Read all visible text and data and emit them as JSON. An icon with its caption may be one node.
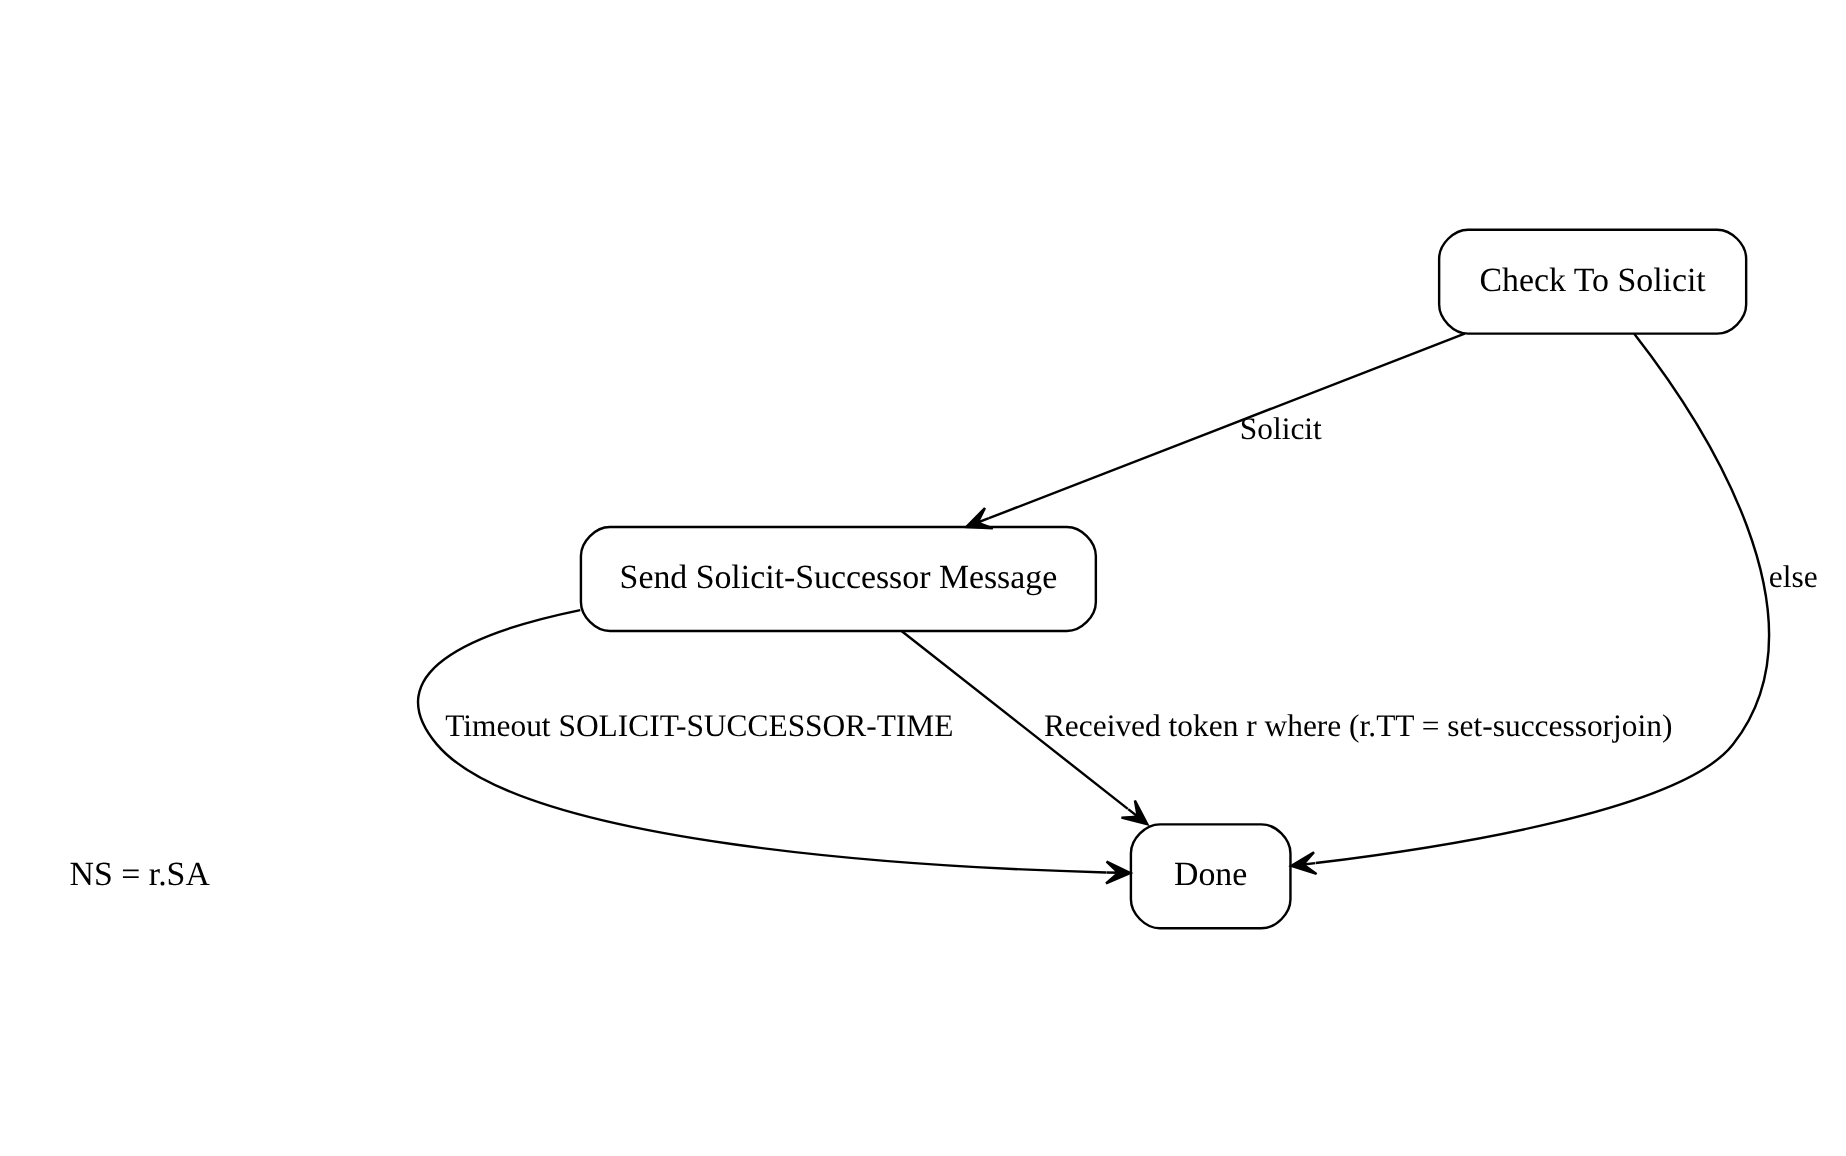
{
  "diagram": {
    "nodes": [
      {
        "text": [
          "Check To Solicit"
        ]
      },
      {
        "text": [
          "Send Solicit-Successor Message"
        ]
      },
      {
        "text": [
          "Done"
        ]
      }
    ],
    "edges": [
      {
        "from": 0,
        "to": 1,
        "arrow": "to",
        "label": "Solicit"
      },
      {
        "from": 0,
        "to": 2,
        "arrow": "to",
        "label": "else"
      },
      {
        "from": 1,
        "to": 2,
        "arrow": "to",
        "label": "Received token r where (r.TT = set-successorjoin)"
      },
      {
        "from": 1,
        "to": 2,
        "arrow": "to",
        "label": "Timeout SOLICIT-SUCCESSOR-TIME"
      }
    ],
    "labels": [
      "NS = r.SA"
    ]
  }
}
